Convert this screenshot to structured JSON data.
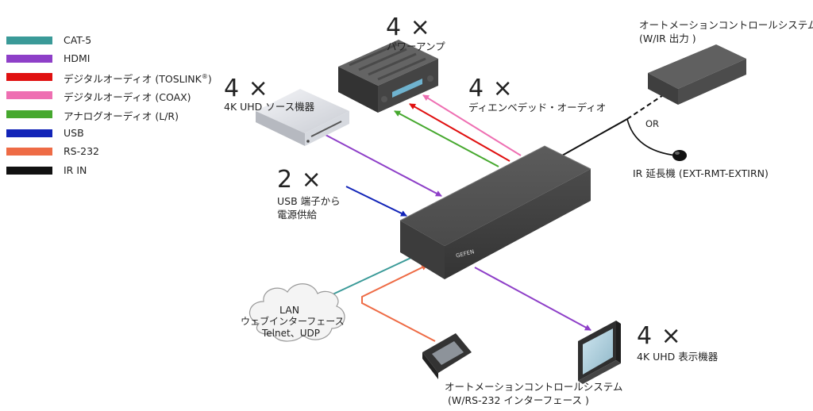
{
  "legend": [
    {
      "label": "CAT-5",
      "color": "#3a9a98"
    },
    {
      "label": "HDMI",
      "color": "#8e3fc8"
    },
    {
      "label": "デジタルオーディオ (TOSLINK",
      "sup": "®",
      "suffix": ")",
      "color": "#e01010"
    },
    {
      "label": "デジタルオーディオ (COAX)",
      "color": "#ee6fb2"
    },
    {
      "label": "アナログオーディオ (L/R)",
      "color": "#46a82e"
    },
    {
      "label": "USB",
      "color": "#1224b8"
    },
    {
      "label": "RS-232",
      "color": "#ee6b45"
    },
    {
      "label": "IR IN",
      "color": "#111111"
    }
  ],
  "labels": {
    "amp_count": "4 ×",
    "amp_name": "パワーアンプ",
    "source_count": "4 ×",
    "source_name": "4K UHD ソース機器",
    "embedded_count": "4 ×",
    "embedded_name": "ディエンベデッド・オーディオ",
    "automation_ir_line1": "オートメーションコントロールシステム",
    "automation_ir_line2": "(W/IR 出力 )",
    "or_text": "OR",
    "ir_extender": "IR 延長機 (EXT-RMT-EXTIRN)",
    "usb_count": "2 ×",
    "usb_line1": "USB 端子から",
    "usb_line2": "電源供給",
    "lan_line1": "LAN",
    "lan_line2": "ウェブインターフェース",
    "lan_line3": "Telnet、UDP",
    "display_count": "4 ×",
    "display_name": "4K UHD 表示機器",
    "automation_rs_line1": "オートメーションコントロールシステム",
    "automation_rs_line2": "(W/RS-232 インターフェース )",
    "brand": "GEFEN"
  }
}
